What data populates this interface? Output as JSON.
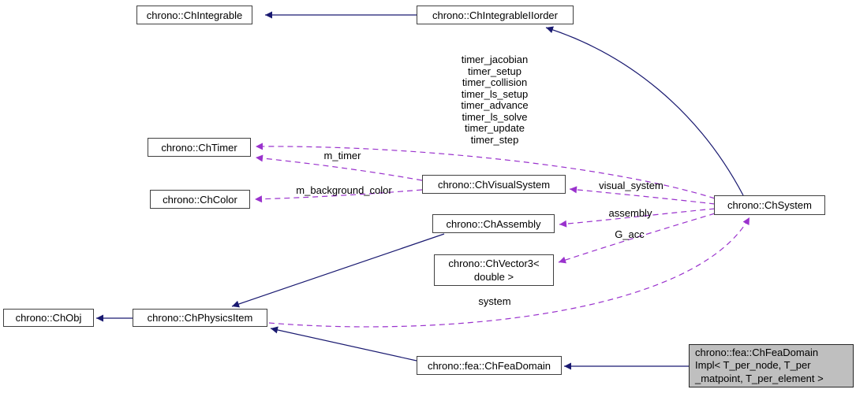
{
  "diagram": {
    "kind": "doxygen-collaboration-graph",
    "nodes": {
      "integrable": {
        "label": "chrono::ChIntegrable"
      },
      "integrable_iiorder": {
        "label": "chrono::ChIntegrableIIorder"
      },
      "timer": {
        "label": "chrono::ChTimer"
      },
      "color": {
        "label": "chrono::ChColor"
      },
      "visual_system": {
        "label": "chrono::ChVisualSystem"
      },
      "assembly": {
        "label": "chrono::ChAssembly"
      },
      "vector3": {
        "label": "chrono::ChVector3<\ndouble >"
      },
      "obj": {
        "label": "chrono::ChObj"
      },
      "physics_item": {
        "label": "chrono::ChPhysicsItem"
      },
      "fea_domain": {
        "label": "chrono::fea::ChFeaDomain"
      },
      "fea_domain_impl": {
        "label": "chrono::fea::ChFeaDomain\nImpl< T_per_node, T_per\n_matpoint, T_per_element >"
      },
      "system": {
        "label": "chrono::ChSystem"
      }
    },
    "edge_labels": {
      "system_timers": "timer_jacobian\ntimer_setup\ntimer_collision\ntimer_ls_setup\ntimer_advance\ntimer_ls_solve\ntimer_update\ntimer_step",
      "m_timer": "m_timer",
      "m_background_color": "m_background_color",
      "visual_system": "visual_system",
      "assembly": "assembly",
      "g_acc": "G_acc",
      "system": "system"
    },
    "colors": {
      "inheritance_edge": "#191970",
      "usage_edge": "#9a32cd",
      "node_border": "#404040",
      "node_fill": "#ffffff",
      "highlight_node_fill": "#bfbfbf",
      "text": "#000000",
      "background": "#ffffff"
    }
  }
}
